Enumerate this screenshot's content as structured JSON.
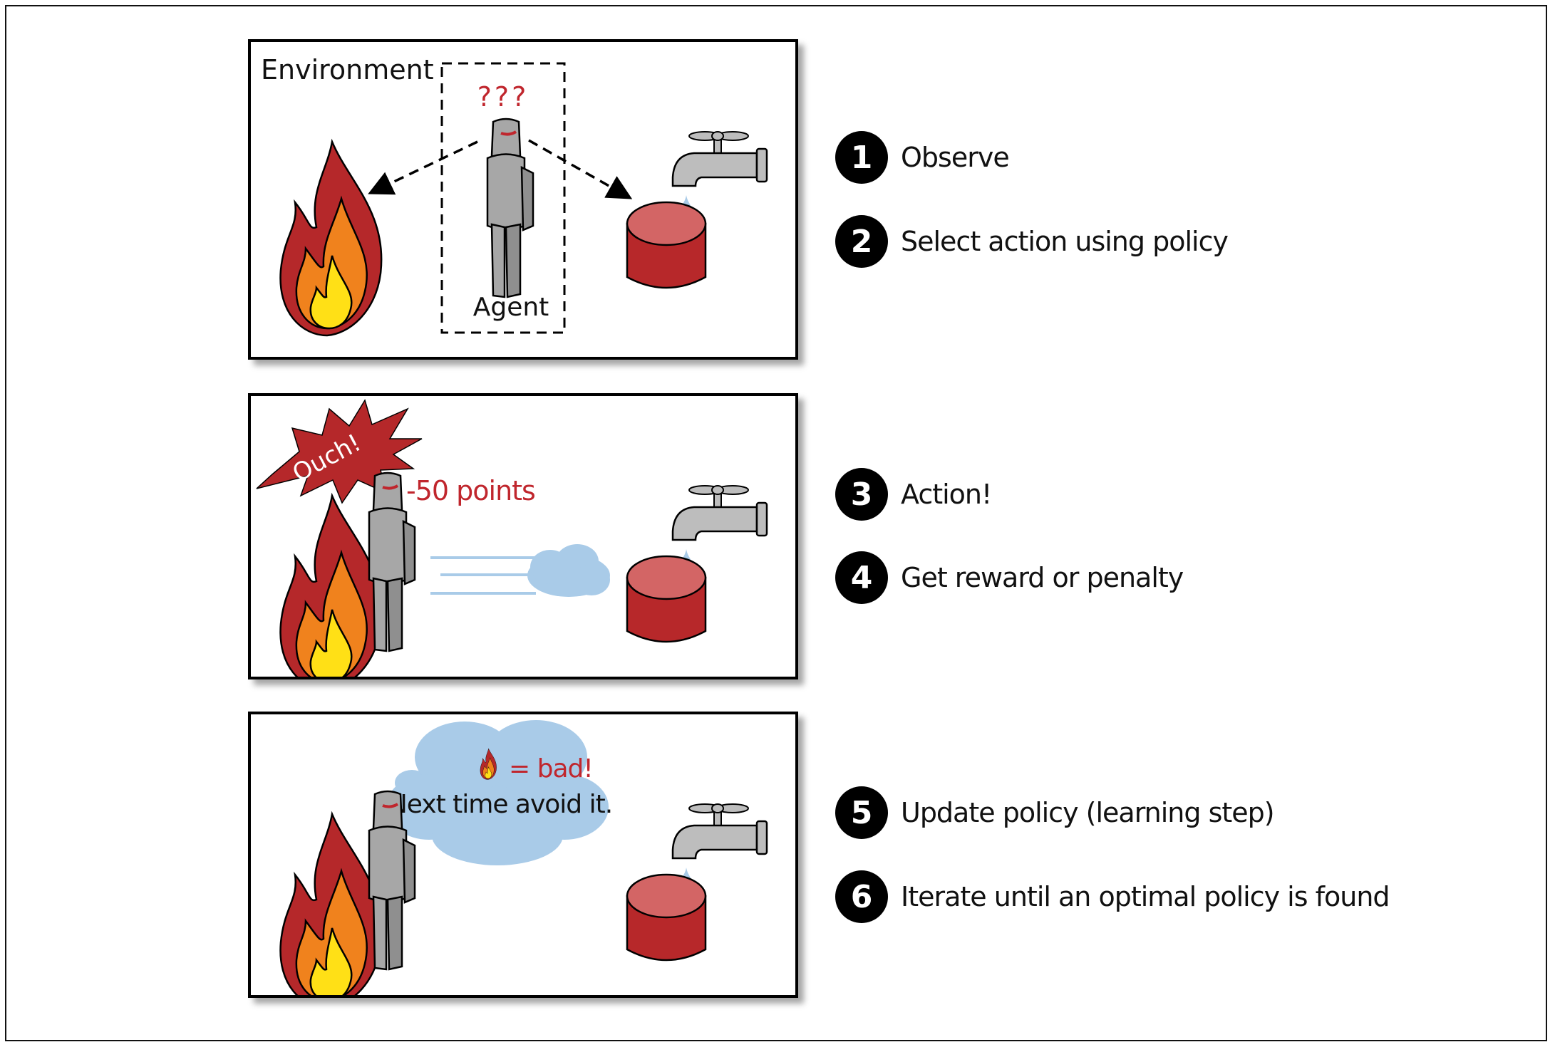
{
  "panels": {
    "environment_label": "Environment",
    "agent_label": "Agent",
    "question_marks": "???",
    "ouch_text": "Ouch!",
    "points_text": "-50 points",
    "thought_bad": "= bad!",
    "thought_avoid": "Next time avoid it."
  },
  "steps": [
    {
      "number": "1",
      "label": "Observe"
    },
    {
      "number": "2",
      "label": "Select action using policy"
    },
    {
      "number": "3",
      "label": "Action!"
    },
    {
      "number": "4",
      "label": "Get reward or penalty"
    },
    {
      "number": "5",
      "label": "Update policy (learning step)"
    },
    {
      "number": "6",
      "label": "Iterate until an optimal policy is found"
    }
  ],
  "colors": {
    "fire_outer": "#b5282a",
    "fire_mid": "#f0821d",
    "fire_inner": "#ffe016",
    "bucket": "#b7282a",
    "bucket_top": "#d36565",
    "robot": "#a7a7a7",
    "water": "#a9cbe8",
    "label_red": "#c0262d"
  }
}
